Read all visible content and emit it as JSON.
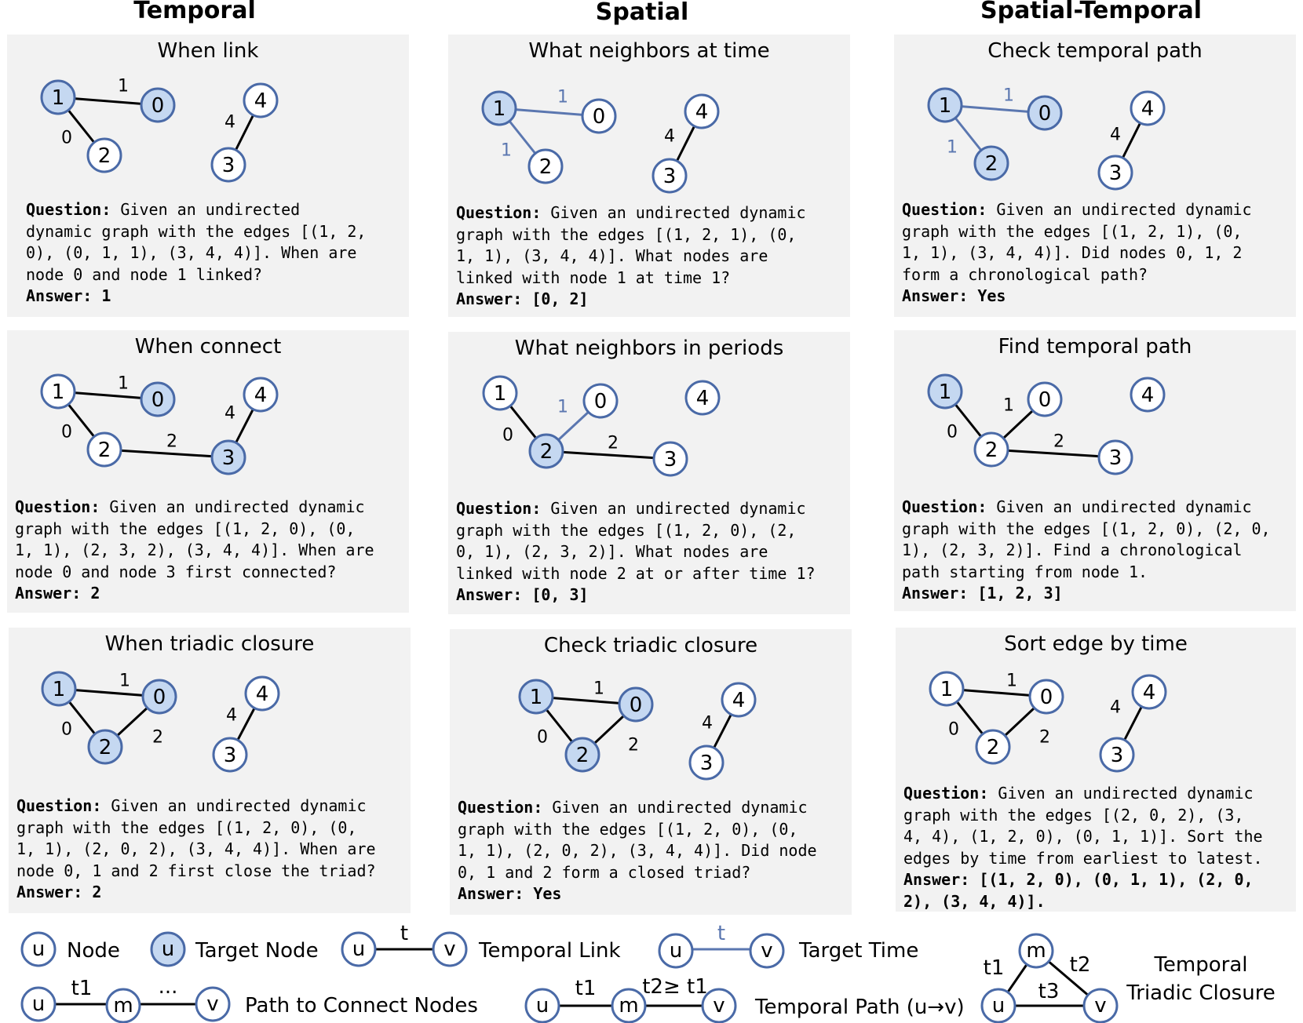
{
  "columns": [
    "Temporal",
    "Spatial",
    "Spatial-Temporal"
  ],
  "panels": [
    {
      "title": "When link",
      "question_label": "Question:",
      "question": " Given an undirected\ndynamic graph with the edges [(1, 2,\n0), (0, 1, 1), (3, 4, 4)]. When are\nnode 0 and node 1 linked?",
      "answer_label": "Answer:",
      "answer": " 1",
      "nodes": [
        {
          "id": "1",
          "target": true
        },
        {
          "id": "0",
          "target": true
        },
        {
          "id": "2",
          "target": false
        },
        {
          "id": "4",
          "target": false
        },
        {
          "id": "3",
          "target": false
        }
      ],
      "edges": [
        {
          "u": "1",
          "v": "0",
          "t": "1",
          "target": false
        },
        {
          "u": "1",
          "v": "2",
          "t": "0",
          "target": false
        },
        {
          "u": "3",
          "v": "4",
          "t": "4",
          "target": false
        }
      ]
    },
    {
      "title": "What neighbors at time",
      "question_label": "Question:",
      "question": " Given an undirected dynamic\ngraph with the edges [(1, 2, 1), (0,\n1, 1), (3, 4, 4)]. What nodes are\nlinked with node 1 at time 1?",
      "answer_label": "Answer:",
      "answer": " [0, 2]",
      "nodes": [
        {
          "id": "1",
          "target": true
        },
        {
          "id": "0",
          "target": false
        },
        {
          "id": "2",
          "target": false
        },
        {
          "id": "4",
          "target": false
        },
        {
          "id": "3",
          "target": false
        }
      ],
      "edges": [
        {
          "u": "1",
          "v": "0",
          "t": "1",
          "target": true
        },
        {
          "u": "1",
          "v": "2",
          "t": "1",
          "target": true
        },
        {
          "u": "3",
          "v": "4",
          "t": "4",
          "target": false
        }
      ]
    },
    {
      "title": "Check temporal path",
      "question_label": "Question:",
      "question": " Given an undirected dynamic\ngraph with the edges [(1, 2, 1), (0,\n1, 1), (3, 4, 4)]. Did nodes 0, 1, 2\nform a chronological path?",
      "answer_label": "Answer:",
      "answer": " Yes",
      "nodes": [
        {
          "id": "1",
          "target": true
        },
        {
          "id": "0",
          "target": true
        },
        {
          "id": "2",
          "target": true
        },
        {
          "id": "4",
          "target": false
        },
        {
          "id": "3",
          "target": false
        }
      ],
      "edges": [
        {
          "u": "1",
          "v": "0",
          "t": "1",
          "target": true
        },
        {
          "u": "1",
          "v": "2",
          "t": "1",
          "target": true
        },
        {
          "u": "3",
          "v": "4",
          "t": "4",
          "target": false
        }
      ]
    },
    {
      "title": "When connect",
      "question_label": "Question:",
      "question": " Given an undirected dynamic\ngraph with the edges [(1, 2, 0), (0,\n1, 1), (2, 3, 2), (3, 4, 4)]. When are\nnode 0 and node 3 first connected?",
      "answer_label": "Answer:",
      "answer": " 2",
      "nodes": [
        {
          "id": "1",
          "target": false
        },
        {
          "id": "0",
          "target": true
        },
        {
          "id": "2",
          "target": false
        },
        {
          "id": "4",
          "target": false
        },
        {
          "id": "3",
          "target": true
        }
      ],
      "edges": [
        {
          "u": "1",
          "v": "0",
          "t": "1",
          "target": false
        },
        {
          "u": "1",
          "v": "2",
          "t": "0",
          "target": false
        },
        {
          "u": "2",
          "v": "3",
          "t": "2",
          "target": false
        },
        {
          "u": "3",
          "v": "4",
          "t": "4",
          "target": false
        }
      ]
    },
    {
      "title": "What neighbors in periods",
      "question_label": "Question:",
      "question": " Given an undirected dynamic\ngraph with the edges [(1, 2, 0), (2,\n0, 1), (2, 3, 2)]. What nodes are\nlinked with node 2 at or after time 1?",
      "answer_label": "Answer:",
      "answer": " [0, 3]",
      "nodes": [
        {
          "id": "1",
          "target": false
        },
        {
          "id": "0",
          "target": false
        },
        {
          "id": "2",
          "target": true
        },
        {
          "id": "4",
          "target": false
        },
        {
          "id": "3",
          "target": false
        }
      ],
      "edges": [
        {
          "u": "1",
          "v": "2",
          "t": "0",
          "target": false
        },
        {
          "u": "2",
          "v": "0",
          "t": "1",
          "target": true
        },
        {
          "u": "2",
          "v": "3",
          "t": "2",
          "target": false
        }
      ]
    },
    {
      "title": "Find temporal path",
      "question_label": "Question:",
      "question": " Given an undirected dynamic\ngraph with the edges [(1, 2, 0), (2, 0,\n1), (2, 3, 2)]. Find a chronological\npath starting from node 1.",
      "answer_label": "Answer:",
      "answer": " [1, 2, 3]",
      "nodes": [
        {
          "id": "1",
          "target": true
        },
        {
          "id": "0",
          "target": false
        },
        {
          "id": "2",
          "target": false
        },
        {
          "id": "4",
          "target": false
        },
        {
          "id": "3",
          "target": false
        }
      ],
      "edges": [
        {
          "u": "1",
          "v": "2",
          "t": "0",
          "target": false
        },
        {
          "u": "2",
          "v": "0",
          "t": "1",
          "target": false
        },
        {
          "u": "2",
          "v": "3",
          "t": "2",
          "target": false
        }
      ]
    },
    {
      "title": "When triadic closure",
      "question_label": "Question:",
      "question": " Given an undirected dynamic\ngraph with the edges [(1, 2, 0), (0,\n1, 1), (2, 0, 2), (3, 4, 4)]. When are\nnode 0, 1 and 2 first close the triad?",
      "answer_label": "Answer:",
      "answer": " 2",
      "nodes": [
        {
          "id": "1",
          "target": true
        },
        {
          "id": "0",
          "target": true
        },
        {
          "id": "2",
          "target": true
        },
        {
          "id": "4",
          "target": false
        },
        {
          "id": "3",
          "target": false
        }
      ],
      "edges": [
        {
          "u": "1",
          "v": "0",
          "t": "1",
          "target": false
        },
        {
          "u": "1",
          "v": "2",
          "t": "0",
          "target": false
        },
        {
          "u": "2",
          "v": "0",
          "t": "2",
          "target": false
        },
        {
          "u": "3",
          "v": "4",
          "t": "4",
          "target": false
        }
      ]
    },
    {
      "title": "Check triadic closure",
      "question_label": "Question:",
      "question": " Given an undirected dynamic\ngraph with the edges [(1, 2, 0), (0,\n1, 1), (2, 0, 2), (3, 4, 4)]. Did node\n0, 1 and 2 form a closed triad?",
      "answer_label": "Answer:",
      "answer": " Yes",
      "nodes": [
        {
          "id": "1",
          "target": true
        },
        {
          "id": "0",
          "target": true
        },
        {
          "id": "2",
          "target": true
        },
        {
          "id": "4",
          "target": false
        },
        {
          "id": "3",
          "target": false
        }
      ],
      "edges": [
        {
          "u": "1",
          "v": "0",
          "t": "1",
          "target": false
        },
        {
          "u": "1",
          "v": "2",
          "t": "0",
          "target": false
        },
        {
          "u": "2",
          "v": "0",
          "t": "2",
          "target": false
        },
        {
          "u": "3",
          "v": "4",
          "t": "4",
          "target": false
        }
      ]
    },
    {
      "title": "Sort edge by time",
      "question_label": "Question:",
      "question": " Given an undirected dynamic\ngraph with the edges [(2, 0, 2), (3,\n4, 4), (1, 2, 0), (0, 1, 1)]. Sort the\nedges by time from earliest to latest.",
      "answer_label": "Answer:",
      "answer": " [(1, 2, 0), (0, 1, 1), (2, 0,\n2), (3, 4, 4)].",
      "nodes": [
        {
          "id": "1",
          "target": false
        },
        {
          "id": "0",
          "target": false
        },
        {
          "id": "2",
          "target": false
        },
        {
          "id": "4",
          "target": false
        },
        {
          "id": "3",
          "target": false
        }
      ],
      "edges": [
        {
          "u": "1",
          "v": "0",
          "t": "1",
          "target": false
        },
        {
          "u": "1",
          "v": "2",
          "t": "0",
          "target": false
        },
        {
          "u": "2",
          "v": "0",
          "t": "2",
          "target": false
        },
        {
          "u": "3",
          "v": "4",
          "t": "4",
          "target": false
        }
      ]
    }
  ],
  "legend": {
    "node_glyph": "u",
    "node_label": "Node",
    "target_node_label": "Target Node",
    "temporal_link_time": "t",
    "temporal_link_v": "v",
    "temporal_link_label": "Temporal Link",
    "target_time_label": "Target Time",
    "path_t1": "t1",
    "path_m": "m",
    "path_dots": "...",
    "path_label": "Path to Connect Nodes",
    "tpath_t2": "t2≥ t1",
    "tpath_label": "Temporal Path (u→v)",
    "triad_t1": "t1",
    "triad_t2": "t2",
    "triad_t3": "t3",
    "triad_label_1": "Temporal",
    "triad_label_2": "Triadic Closure"
  },
  "colors": {
    "panel_bg": "#f2f2f2",
    "node_stroke": "#4a6aa7",
    "target_fill": "#c5d8f1",
    "target_edge": "#5b77b0",
    "edge": "#000000"
  }
}
